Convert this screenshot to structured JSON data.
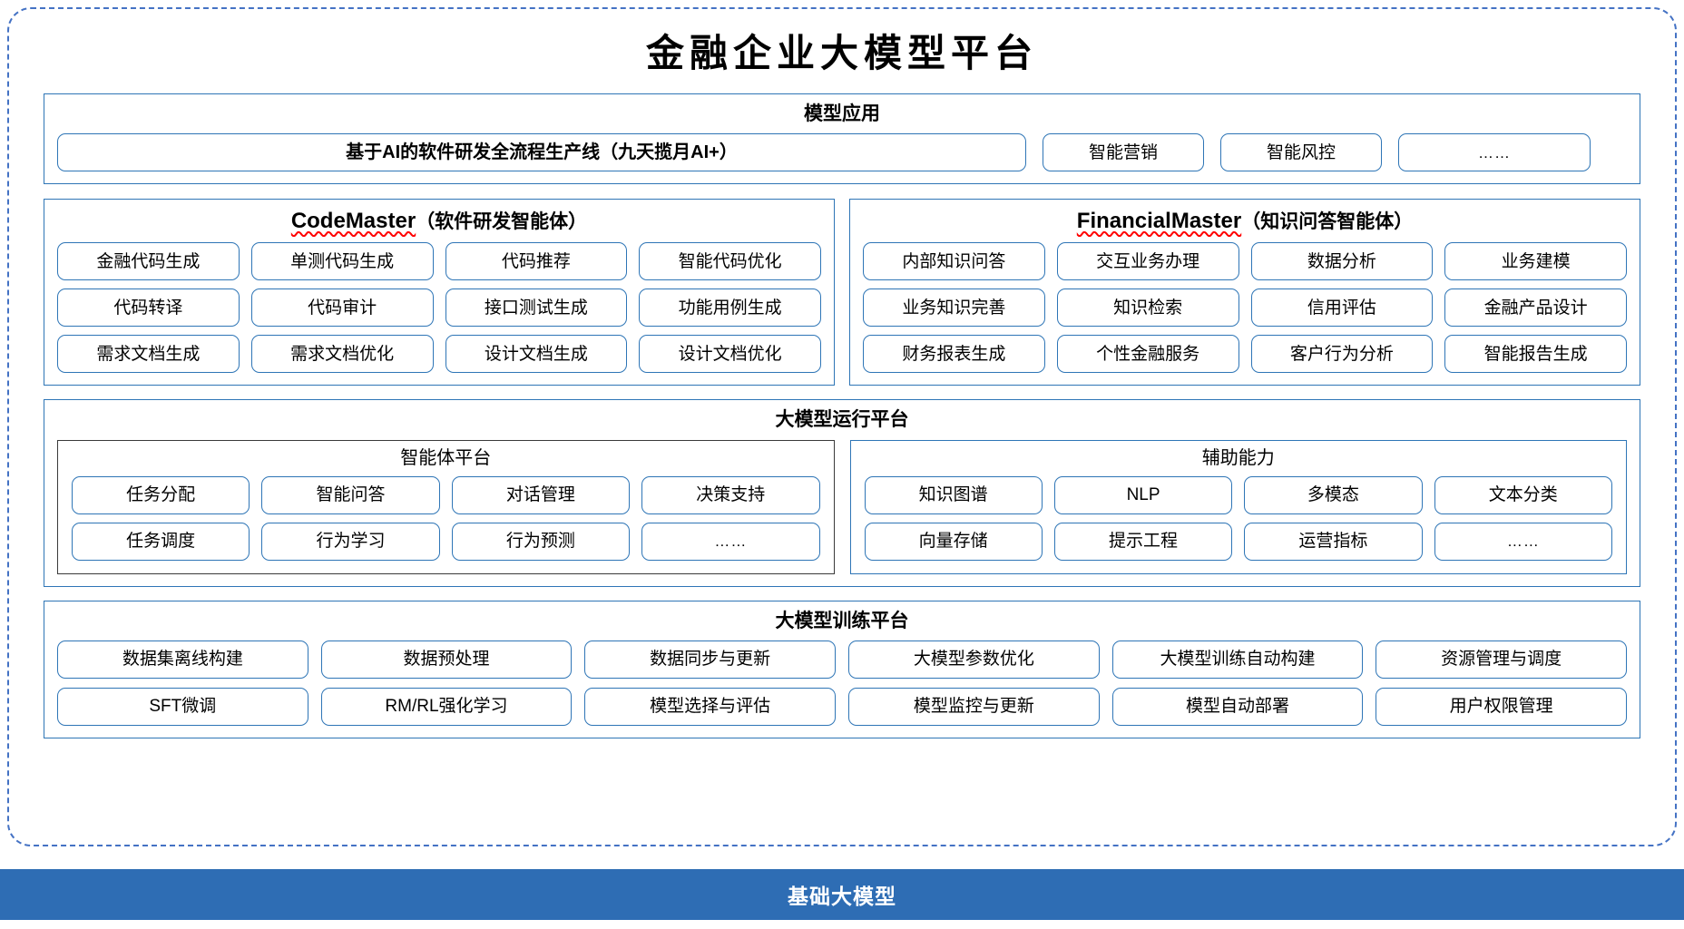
{
  "title": "金融企业大模型平台",
  "sections": {
    "model_application": {
      "heading": "模型应用",
      "items": [
        "基于AI的软件研发全流程生产线（九天揽月AI+）",
        "智能营销",
        "智能风控",
        "……"
      ]
    },
    "code_master": {
      "heading_latin": "CodeMaster",
      "heading_cn": "（软件研发智能体）",
      "items": [
        "金融代码生成",
        "单测代码生成",
        "代码推荐",
        "智能代码优化",
        "代码转译",
        "代码审计",
        "接口测试生成",
        "功能用例生成",
        "需求文档生成",
        "需求文档优化",
        "设计文档生成",
        "设计文档优化"
      ]
    },
    "financial_master": {
      "heading_latin": "FinancialMaster",
      "heading_cn": "（知识问答智能体）",
      "items": [
        "内部知识问答",
        "交互业务办理",
        "数据分析",
        "业务建模",
        "业务知识完善",
        "知识检索",
        "信用评估",
        "金融产品设计",
        "财务报表生成",
        "个性金融服务",
        "客户行为分析",
        "智能报告生成"
      ]
    },
    "run_platform": {
      "heading": "大模型运行平台",
      "agent_platform": {
        "heading": "智能体平台",
        "items": [
          "任务分配",
          "智能问答",
          "对话管理",
          "决策支持",
          "任务调度",
          "行为学习",
          "行为预测",
          "……"
        ]
      },
      "support_capability": {
        "heading": "辅助能力",
        "items": [
          "知识图谱",
          "NLP",
          "多模态",
          "文本分类",
          "向量存储",
          "提示工程",
          "运营指标",
          "……"
        ]
      }
    },
    "train_platform": {
      "heading": "大模型训练平台",
      "items": [
        "数据集离线构建",
        "数据预处理",
        "数据同步与更新",
        "大模型参数优化",
        "大模型训练自动构建",
        "资源管理与调度",
        "SFT微调",
        "RM/RL强化学习",
        "模型选择与评估",
        "模型监控与更新",
        "模型自动部署",
        "用户权限管理"
      ]
    },
    "base_model": {
      "label": "基础大模型"
    }
  },
  "colors": {
    "frame_dash": "#4472C4",
    "panel_border": "#2E75B6",
    "subpanel_border": "#3A3A3A",
    "base_bar": "#2E6DB4",
    "base_bar_text": "#FFFFFF",
    "spellcheck_squiggle": "#FF0000"
  }
}
